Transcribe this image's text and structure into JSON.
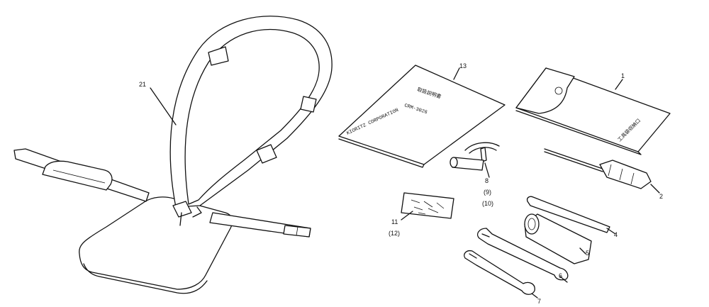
{
  "parts": {
    "harness": {
      "number": "21",
      "name": "harness"
    },
    "tool_bag": {
      "number": "1",
      "name": "tool bag"
    },
    "screwdriver": {
      "number": "2",
      "name": "screwdriver"
    },
    "rod": {
      "number": "4",
      "name": "rod"
    },
    "box_wrench": {
      "number": "5",
      "name": "box wrench"
    },
    "wrench_a": {
      "number": "6",
      "name": "wrench"
    },
    "wrench_b": {
      "number": "7",
      "name": "wrench"
    },
    "fitting": {
      "number": "8",
      "alt_numbers": [
        "(9)",
        "(10)"
      ],
      "name": "fitting"
    },
    "sticker_sheet": {
      "number": "11",
      "alt_number": "(12)",
      "name": "sheet"
    },
    "manual": {
      "number": "13",
      "name": "manual"
    }
  },
  "manual_text": {
    "title": "取扱説明書",
    "model": "CRM-3026",
    "company": "KIORITZ CORPORATION"
  },
  "bag_text": "工具袋収納口"
}
